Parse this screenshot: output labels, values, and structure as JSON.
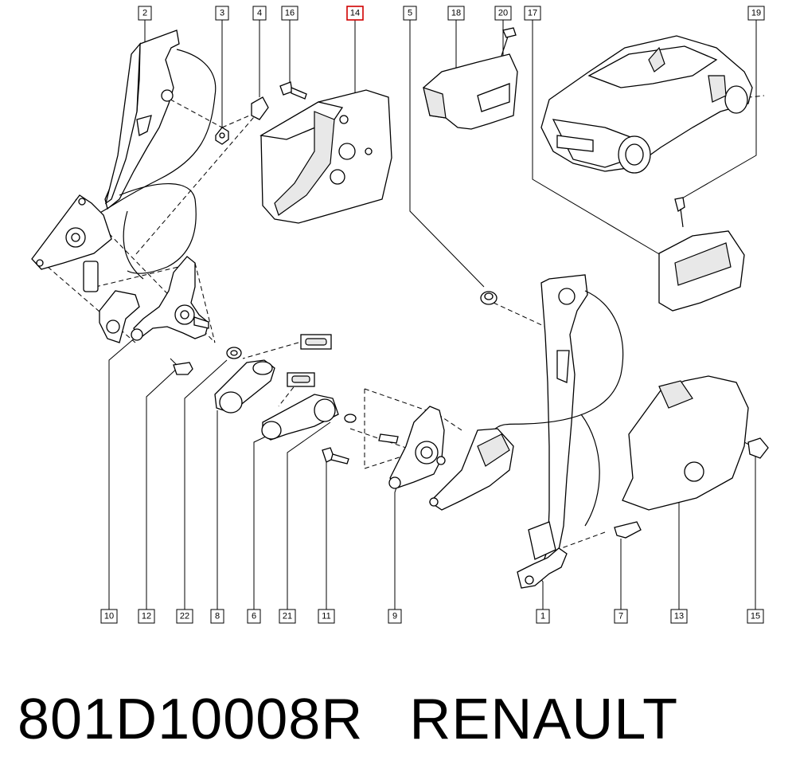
{
  "diagram": {
    "callouts": [
      {
        "id": "2",
        "label": "2"
      },
      {
        "id": "3",
        "label": "3"
      },
      {
        "id": "4",
        "label": "4"
      },
      {
        "id": "16",
        "label": "16"
      },
      {
        "id": "14",
        "label": "14",
        "highlighted": true
      },
      {
        "id": "5",
        "label": "5"
      },
      {
        "id": "18",
        "label": "18"
      },
      {
        "id": "20",
        "label": "20"
      },
      {
        "id": "17",
        "label": "17"
      },
      {
        "id": "19",
        "label": "19"
      },
      {
        "id": "10",
        "label": "10"
      },
      {
        "id": "12",
        "label": "12"
      },
      {
        "id": "22",
        "label": "22"
      },
      {
        "id": "8",
        "label": "8"
      },
      {
        "id": "6",
        "label": "6"
      },
      {
        "id": "21",
        "label": "21"
      },
      {
        "id": "11",
        "label": "11"
      },
      {
        "id": "9",
        "label": "9"
      },
      {
        "id": "1",
        "label": "1"
      },
      {
        "id": "7",
        "label": "7"
      },
      {
        "id": "13",
        "label": "13"
      },
      {
        "id": "15",
        "label": "15"
      }
    ],
    "highlight_color": "#d00000"
  },
  "caption": {
    "part_number": "801D10008R",
    "brand": "RENAULT"
  }
}
